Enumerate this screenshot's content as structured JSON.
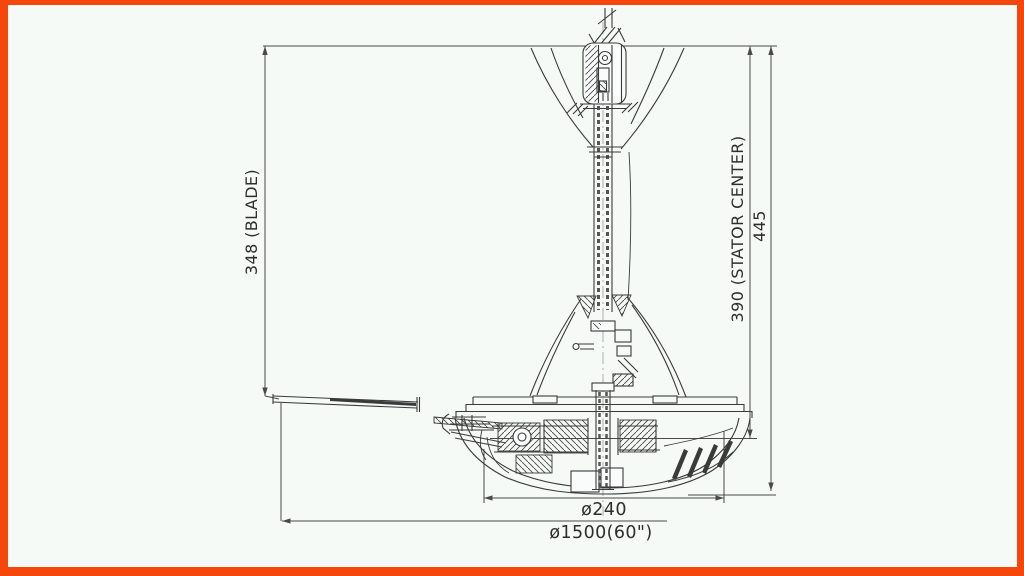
{
  "frame": {
    "border_color": "#F5470B",
    "paper_color": "#F5FAF7"
  },
  "drawing": {
    "description": "Ceiling fan cross-section technical drawing",
    "line_color": "#3a3a3a",
    "dim_color": "#4a4a4a",
    "dimensions": {
      "blade_height_label": "348 (BLADE)",
      "stator_center_label": "390 (STATOR CENTER)",
      "total_height_label": "445",
      "motor_diameter_label": "ø240",
      "sweep_diameter_label": "ø1500(60\")"
    }
  }
}
